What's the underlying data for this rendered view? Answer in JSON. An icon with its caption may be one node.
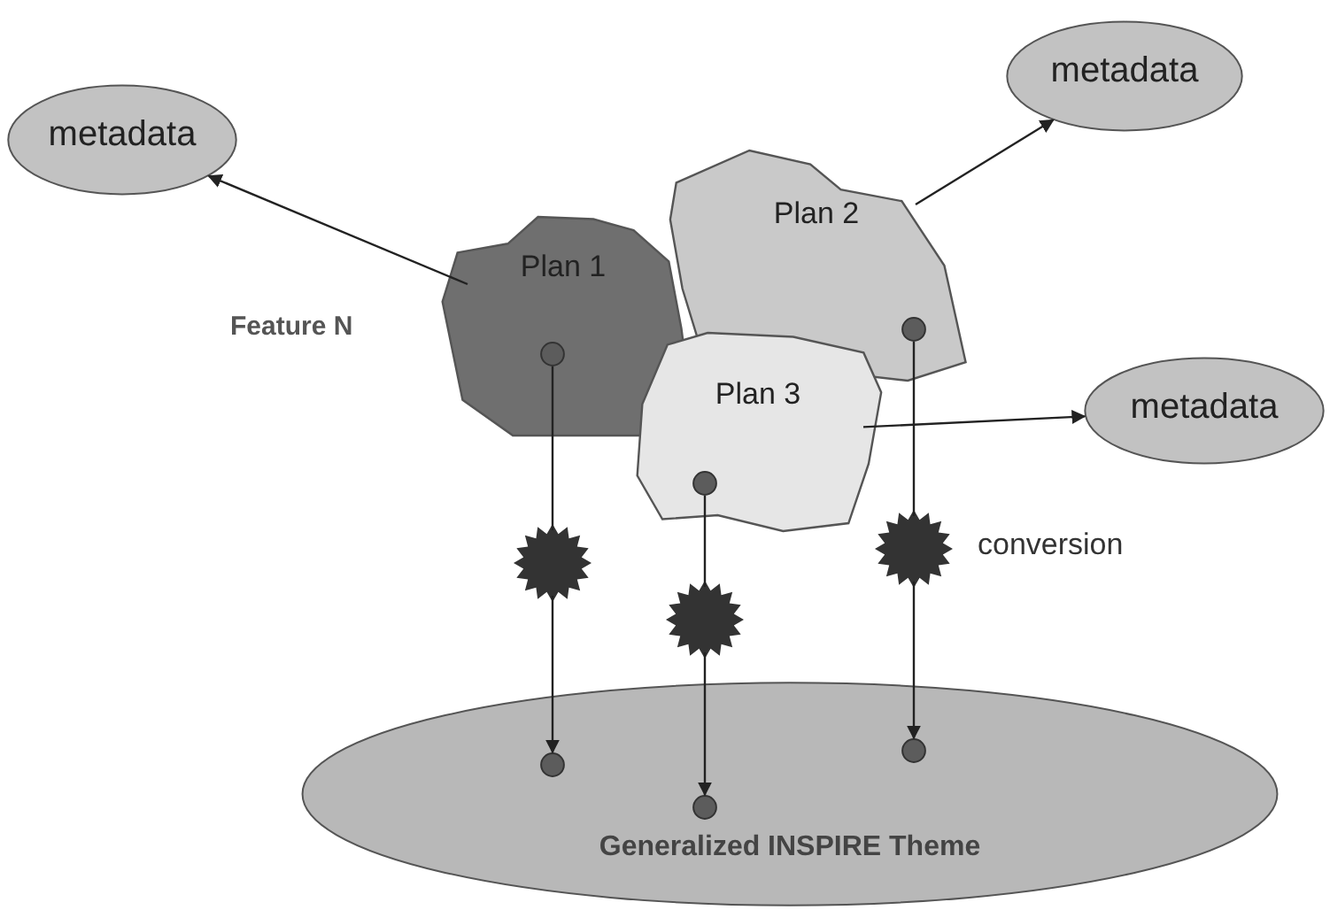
{
  "diagram": {
    "nodes": [
      {
        "text": [
          "metadata"
        ]
      },
      {
        "text": [
          "metadata"
        ]
      },
      {
        "text": [
          "Plan 1"
        ]
      },
      {
        "text": [
          "Plan 2"
        ]
      },
      {
        "text": [
          "metadata"
        ]
      },
      {
        "text": [
          "Plan 3"
        ]
      },
      {
        "text": [
          "Generalized INSPIRE Theme"
        ]
      },
      {
        "text": [],
        "shape": "circle",
        "in": 2
      },
      {
        "text": [],
        "shape": "circle",
        "in": 3
      },
      {
        "text": [],
        "shape": "circle",
        "in": 5
      },
      {
        "text": [],
        "shape": "star"
      },
      {
        "text": [],
        "shape": "star"
      },
      {
        "text": [],
        "shape": "star"
      },
      {
        "text": [],
        "shape": "circle",
        "in": 6
      },
      {
        "text": [],
        "shape": "circle",
        "in": 6
      },
      {
        "text": [],
        "shape": "circle",
        "in": 6
      }
    ],
    "edges": [
      {
        "from": 2,
        "to": 0,
        "arrow": "to"
      },
      {
        "from": 3,
        "to": 1,
        "arrow": "to"
      },
      {
        "from": 5,
        "to": 4,
        "arrow": "to"
      },
      {
        "from": 7,
        "to": 10,
        "arrow": "none"
      },
      {
        "from": 10,
        "to": 13,
        "arrow": "to"
      },
      {
        "from": 9,
        "to": 11,
        "arrow": "none"
      },
      {
        "from": 11,
        "to": 14,
        "arrow": "to"
      },
      {
        "from": 8,
        "to": 12,
        "arrow": "none"
      },
      {
        "from": 12,
        "to": 15,
        "arrow": "to"
      }
    ],
    "labels": [
      "Feature N",
      "conversion"
    ]
  }
}
